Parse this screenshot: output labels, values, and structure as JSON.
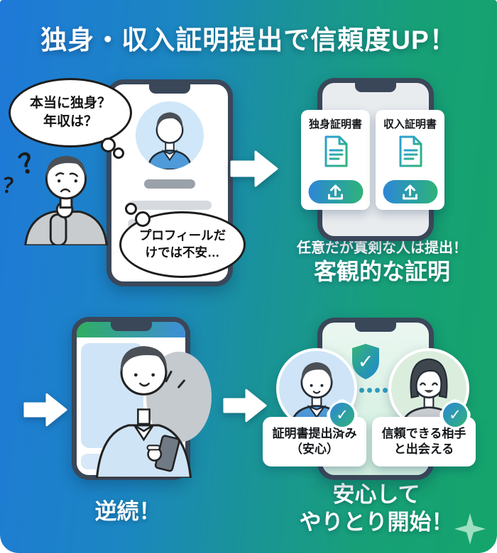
{
  "title": "独身・収入証明提出で信頼度UP！",
  "step1": {
    "thought_main": {
      "line1": "本当に独身？",
      "line2": "年収は？"
    },
    "thought_sub": {
      "line1": "プロフィールだ",
      "line2": "けでは不安…"
    }
  },
  "step2": {
    "cards": [
      {
        "title": "独身証明書"
      },
      {
        "title": "収入証明書"
      }
    ],
    "caption_small": "任意だが真剣な人は提出！",
    "caption_large": "客観的な証明"
  },
  "step3": {
    "caption": "逆続！"
  },
  "step4": {
    "labels": [
      {
        "line1": "証明書提出済み",
        "line2": "（安心）"
      },
      {
        "line1": "信頼できる相手",
        "line2": "と出会える"
      }
    ],
    "caption_line1": "安心して",
    "caption_line2": "やりとり開始！"
  },
  "icons": {
    "check": "✓",
    "question_mark": "？",
    "arrow": "block-arrow-right",
    "upload": "tray-arrow-up",
    "document": "document-outline",
    "shield": "shield-check",
    "badge": "verified-seal",
    "sparkle": "four-point-star"
  },
  "colors": {
    "bg_blue": "#1f79d8",
    "bg_green": "#15a46b",
    "phone_frame": "#3a4759",
    "accent_blue": "#2e86d8",
    "accent_green": "#2fb378",
    "dot_teal": "#2e9dc0",
    "sparkle_green": "#9fe0c2"
  }
}
